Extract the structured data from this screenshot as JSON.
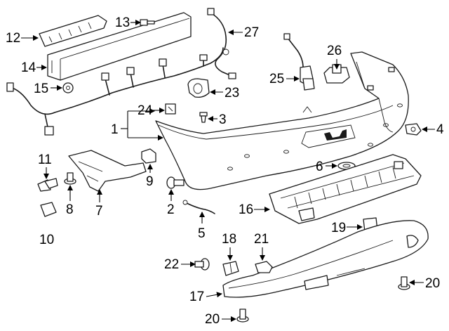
{
  "diagram": {
    "callouts": {
      "c1": "1",
      "c2": "2",
      "c3": "3",
      "c4": "4",
      "c5": "5",
      "c6": "6",
      "c7": "7",
      "c8": "8",
      "c9": "9",
      "c10": "10",
      "c11": "11",
      "c12": "12",
      "c13": "13",
      "c14": "14",
      "c15": "15",
      "c16": "16",
      "c17": "17",
      "c18": "18",
      "c19": "19",
      "c20a": "20",
      "c20b": "20",
      "c21": "21",
      "c22": "22",
      "c23": "23",
      "c24": "24",
      "c25": "25",
      "c26": "26",
      "c27": "27"
    }
  }
}
